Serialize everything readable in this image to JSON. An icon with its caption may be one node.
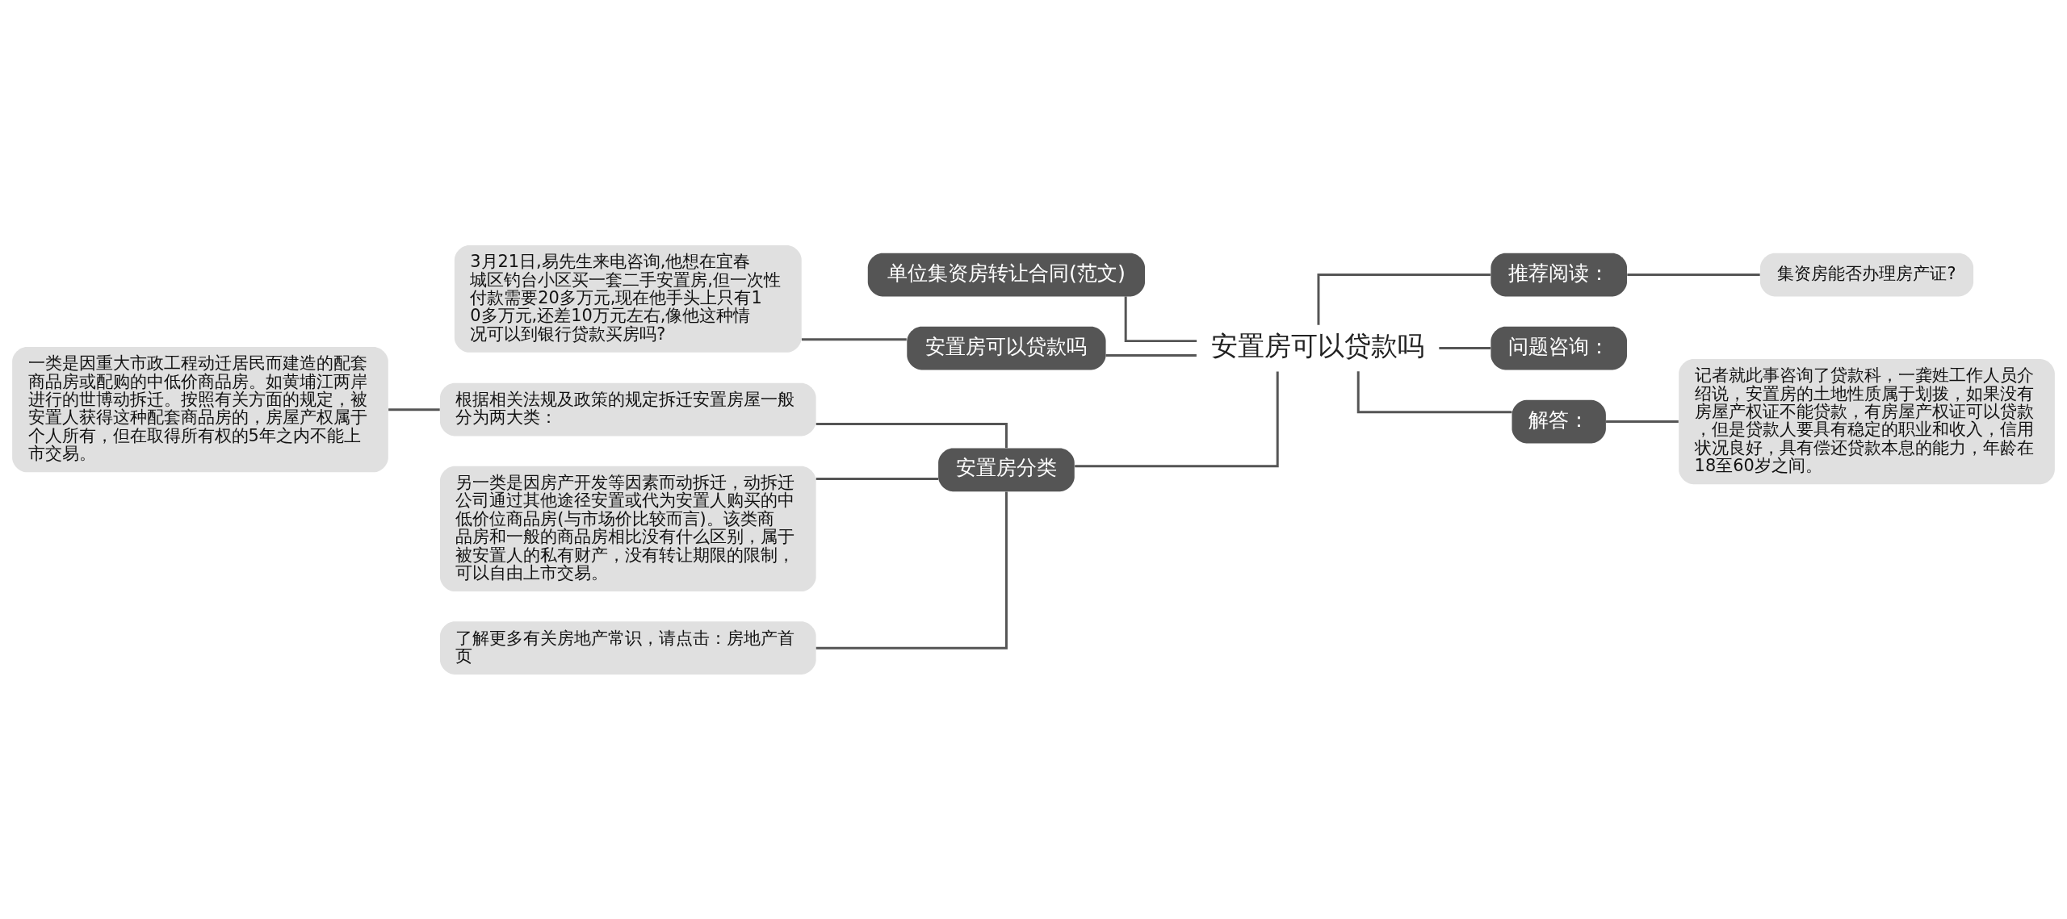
{
  "diagram": {
    "nodes": [
      {
        "text": [
          "安置房可以贷款吗"
        ]
      },
      {
        "text": [
          "单位集资房转让合同(范文)"
        ]
      },
      {
        "text": [
          "安置房可以贷款吗"
        ]
      },
      {
        "text": [
          "3月21日,易先生来电咨询,他想在宜春城区钓台小区买一套二手安置房,但一次性付款需要20多万元,现在他手头上只有10多万元,还差10万元左右,像他这种情况可以到银行贷款买房吗?"
        ]
      },
      {
        "text": [
          "安置房分类"
        ]
      },
      {
        "text": [
          "根据相关法规及政策的规定拆迁安置房屋一般分为两大类："
        ]
      },
      {
        "text": [
          "一类是因重大市政工程动迁居民而建造的配套商品房或配购的中低价商品房。如黄埔江两岸进行的世博动拆迁。按照有关方面的规定，被安置人获得这种配套商品房的，房屋产权属于个人所有，但在取得所有权的5年之内不能上市交易。"
        ]
      },
      {
        "text": [
          "另一类是因房产开发等因素而动拆迁，动拆迁公司通过其他途径安置或代为安置人购买的中低价位商品房(与市场价比较而言)。该类商品房和一般的商品房相比没有什么区别，属于被安置人的私有财产，没有转让期限的限制，可以自由上市交易。"
        ]
      },
      {
        "text": [
          "了解更多有关房地产常识，请点击：房地产首页"
        ]
      },
      {
        "text": [
          "推荐阅读："
        ]
      },
      {
        "text": [
          "集资房能否办理房产证?"
        ]
      },
      {
        "text": [
          "问题咨询："
        ]
      },
      {
        "text": [
          "解答："
        ]
      },
      {
        "text": [
          "记者就此事咨询了贷款科，一龚姓工作人员介绍说，安置房的土地性质属于划拨，如果没有房屋产权证不能贷款，有房屋产权证可以贷款，但是贷款人要具有稳定的职业和收入，信用状况良好，具有偿还贷款本息的能力，年龄在18至60岁之间。"
        ]
      }
    ],
    "edges": [
      {
        "from": 0,
        "to": 1,
        "arrow": "none"
      },
      {
        "from": 0,
        "to": 2,
        "arrow": "none"
      },
      {
        "from": 2,
        "to": 3,
        "arrow": "none"
      },
      {
        "from": 0,
        "to": 4,
        "arrow": "none"
      },
      {
        "from": 4,
        "to": 5,
        "arrow": "none"
      },
      {
        "from": 5,
        "to": 6,
        "arrow": "none"
      },
      {
        "from": 4,
        "to": 7,
        "arrow": "none"
      },
      {
        "from": 4,
        "to": 8,
        "arrow": "none"
      },
      {
        "from": 0,
        "to": 9,
        "arrow": "none"
      },
      {
        "from": 9,
        "to": 10,
        "arrow": "none"
      },
      {
        "from": 0,
        "to": 11,
        "arrow": "none"
      },
      {
        "from": 0,
        "to": 12,
        "arrow": "none"
      },
      {
        "from": 12,
        "to": 13,
        "arrow": "none"
      }
    ]
  }
}
